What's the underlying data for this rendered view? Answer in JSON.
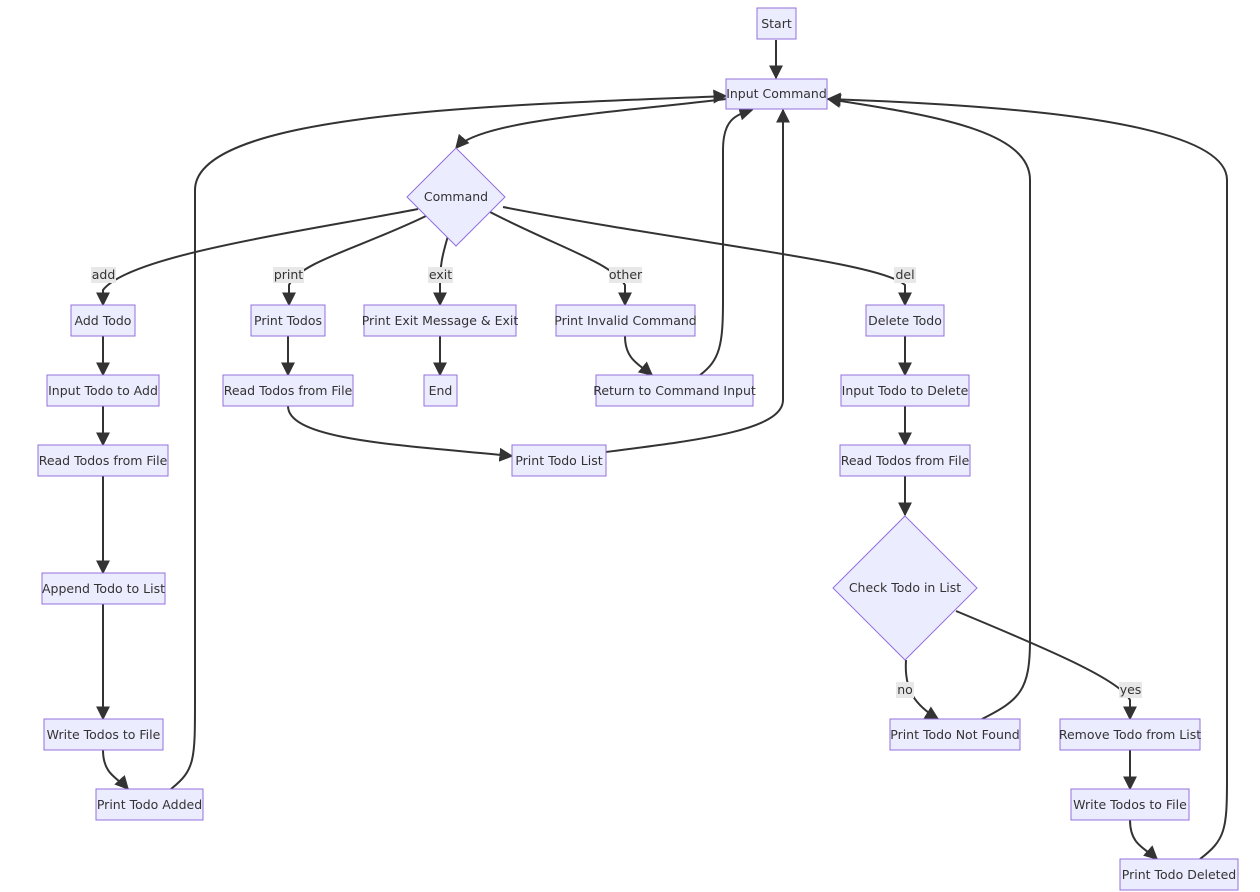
{
  "nodes": {
    "start": "Start",
    "input_command": "Input Command",
    "command": "Command",
    "add_todo": "Add Todo",
    "print_todos": "Print Todos",
    "print_exit": "Print Exit Message & Exit",
    "print_invalid": "Print Invalid Command",
    "delete_todo": "Delete Todo",
    "input_todo_add": "Input Todo to Add",
    "read_todos_add": "Read Todos from File",
    "append_todo": "Append Todo to List",
    "write_todos_add": "Write Todos to File",
    "print_added": "Print Todo Added",
    "read_todos_print": "Read Todos from File",
    "print_list": "Print Todo List",
    "end": "End",
    "return_input": "Return to Command Input",
    "input_todo_delete": "Input Todo to Delete",
    "read_todos_delete": "Read Todos from File",
    "check_todo": "Check Todo in List",
    "print_not_found": "Print Todo Not Found",
    "remove_todo": "Remove Todo from List",
    "write_todos_delete": "Write Todos to File",
    "print_deleted": "Print Todo Deleted"
  },
  "edge_labels": {
    "add": "add",
    "print": "print",
    "exit": "exit",
    "other": "other",
    "del": "del",
    "no": "no",
    "yes": "yes"
  },
  "colors": {
    "node_fill": "#ececff",
    "node_stroke": "#9370db",
    "edge": "#333333",
    "label_bg": "#e8e8e8"
  }
}
